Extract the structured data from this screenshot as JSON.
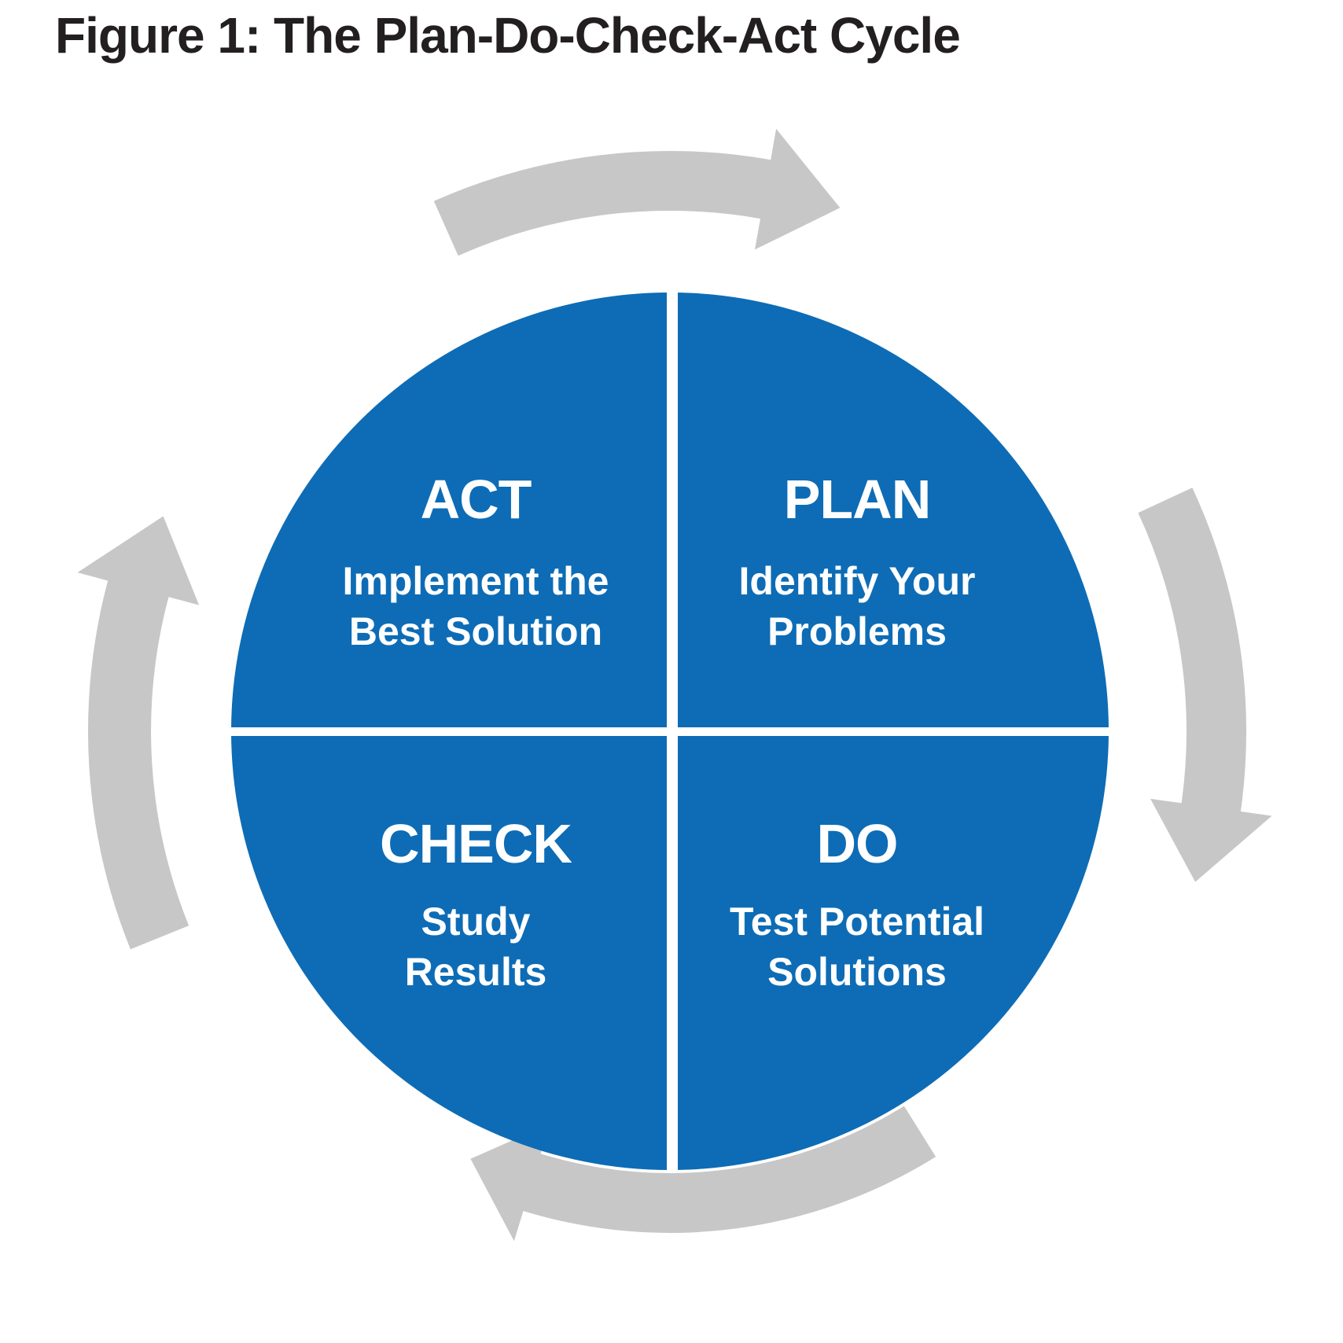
{
  "title": "Figure 1: The Plan-Do-Check-Act Cycle",
  "colors": {
    "circle_blue": "#0d6cb5",
    "arrow_gray": "#c7c7c7",
    "title_text": "#231f20",
    "quadrant_text": "#ffffff"
  },
  "quadrants": [
    {
      "id": "act",
      "heading": "ACT",
      "line1": "Implement the",
      "line2": "Best Solution"
    },
    {
      "id": "plan",
      "heading": "PLAN",
      "line1": "Identify Your",
      "line2": "Problems"
    },
    {
      "id": "check",
      "heading": "CHECK",
      "line1": "Study",
      "line2": "Results"
    },
    {
      "id": "do",
      "heading": "DO",
      "line1": "Test Potential",
      "line2": "Solutions"
    }
  ],
  "arrows": [
    "clockwise-arrow-top",
    "clockwise-arrow-right",
    "clockwise-arrow-bottom",
    "clockwise-arrow-left"
  ]
}
